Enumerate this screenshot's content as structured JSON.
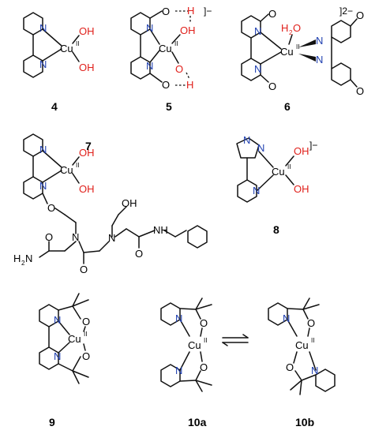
{
  "labels": {
    "c4": "4",
    "c5": "5",
    "c6": "6",
    "c7": "7",
    "c8": "8",
    "c9": "9",
    "c10a": "10a",
    "c10b": "10b"
  },
  "charges": {
    "minus": "]−",
    "two_minus": "]2−"
  },
  "atoms": {
    "cu": "Cu",
    "ox": "II",
    "n": "N",
    "o": "O",
    "oh": "OH",
    "h": "H",
    "h2o_h": "H",
    "h2o_2": "2",
    "h2o_o": "O",
    "h2n_h": "H",
    "h2n_2": "2",
    "h2n_n": "N",
    "nh": "NH"
  },
  "colors": {
    "bond": "#111111",
    "nitrogen": "#1f3fb0",
    "oxygen": "#e0201b",
    "text": "#111111"
  },
  "arrow": {
    "type": "equilibrium"
  }
}
